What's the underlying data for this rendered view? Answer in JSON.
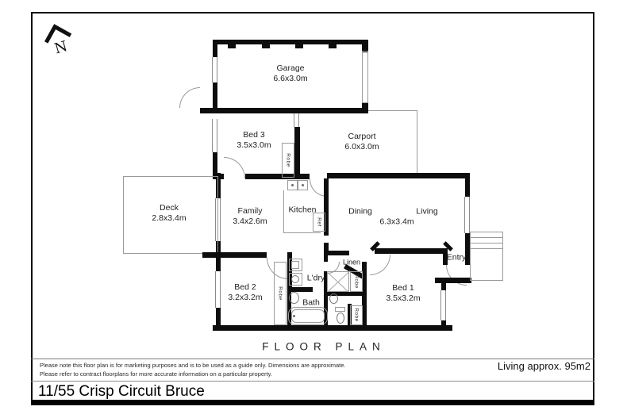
{
  "page": {
    "north_label": "N",
    "plan_title": "FLOOR PLAN"
  },
  "rooms": {
    "garage": {
      "name": "Garage",
      "dims": "6.6x3.0m"
    },
    "bed3": {
      "name": "Bed 3",
      "dims": "3.5x3.0m"
    },
    "carport": {
      "name": "Carport",
      "dims": "6.0x3.0m"
    },
    "deck": {
      "name": "Deck",
      "dims": "2.8x3.4m"
    },
    "family": {
      "name": "Family",
      "dims": "3.4x2.6m"
    },
    "kitchen": {
      "name": "Kitchen"
    },
    "dining": {
      "name": "Dining"
    },
    "living": {
      "name": "Living"
    },
    "dining_living": {
      "dims": "6.3x3.4m"
    },
    "bed2": {
      "name": "Bed 2",
      "dims": "3.2x3.2m"
    },
    "bed1": {
      "name": "Bed 1",
      "dims": "3.5x3.2m"
    },
    "laundry": {
      "name": "L'dry"
    },
    "bath": {
      "name": "Bath"
    },
    "entry": {
      "name": "Entry"
    },
    "linen": {
      "name": "Linen"
    }
  },
  "fixture_labels": {
    "robe": "Robe",
    "ref": "Ref"
  },
  "footer": {
    "disclaimer_line1": "Please note this floor plan is for marketing purposes and is to be used as a guide only. Dimensions are approximate.",
    "disclaimer_line2": "Please refer to contract floorplans for more accurate information on a particular property.",
    "living_area": "Living approx. 95m2",
    "address": "11/55 Crisp Circuit Bruce"
  }
}
